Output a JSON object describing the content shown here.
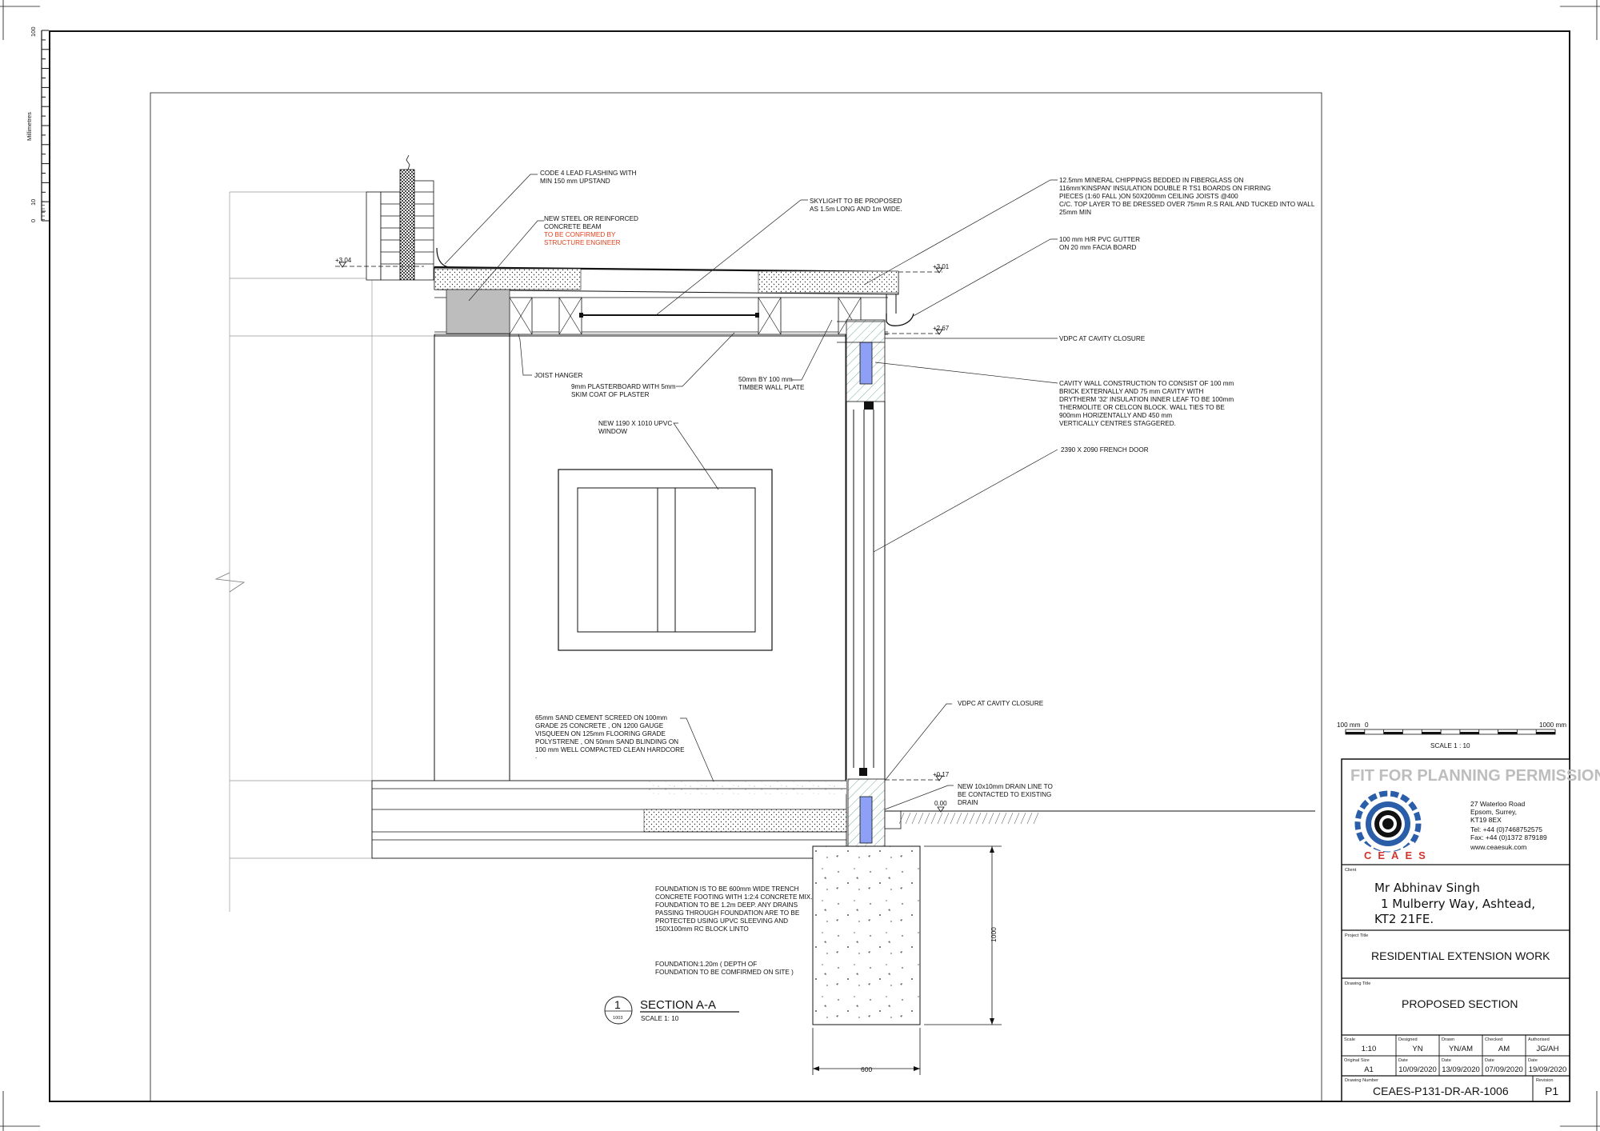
{
  "ruler": {
    "label": "Millimetres",
    "ticks": [
      "100",
      "10",
      "0"
    ]
  },
  "section": {
    "number": "1",
    "sheet_ref": "1003",
    "title": "SECTION A-A",
    "scale": "SCALE 1: 10"
  },
  "levels": [
    "+3.04",
    "+3.01",
    "+2.67",
    "+0.17",
    "0.00"
  ],
  "dimensions": {
    "height": "1000",
    "width": "600"
  },
  "annotations": {
    "lead_flashing": [
      "CODE 4 LEAD FLASHING WITH",
      "MIN 150 mm UPSTAND"
    ],
    "beam": [
      "NEW STEEL OR REINFORCED",
      "CONCRETE BEAM"
    ],
    "beam_note": [
      "TO BE CONFIRMED BY",
      "STRUCTURE ENGINEER"
    ],
    "skylight": [
      "SKYLIGHT TO BE PROPOSED",
      "AS 1.5m LONG AND 1m WIDE."
    ],
    "roof_build": [
      "12.5mm MINERAL CHIPPINGS BEDDED IN FIBERGLASS ON",
      "116mm'KINSPAN' INSULATION DOUBLE R TS1 BOARDS ON FIRRING",
      "PIECES (1:60 FALL )ON 50X200mm CEILING JOISTS @400",
      "C/C. TOP LAYER TO BE DRESSED OVER 75mm R.S RAIL AND TUCKED INTO WALL",
      "25mm MIN"
    ],
    "gutter": [
      "100 mm H/R PVC GUTTER",
      "ON 20 mm FACIA BOARD"
    ],
    "vdpc_top": [
      "VDPC AT CAVITY CLOSURE"
    ],
    "cavity_wall": [
      "CAVITY WALL CONSTRUCTION TO CONSIST OF 100 mm",
      "BRICK EXTERNALLY AND 75 mm CAVITY WITH",
      "DRYTHERM '32' INSULATION INNER LEAF TO BE 100mm",
      "THERMOLITE OR CELCON BLOCK. WALL TIES TO BE",
      "900mm HORIZENTALLY AND 450 mm",
      "VERTICALLY CENTRES STAGGERED."
    ],
    "joist_hanger": [
      "JOIST HANGER"
    ],
    "plasterboard": [
      "9mm PLASTERBOARD WITH 5mm",
      "SKIM COAT OF PLASTER"
    ],
    "wall_plate": [
      "50mm BY 100 mm",
      "TIMBER WALL PLATE"
    ],
    "window": [
      "NEW 1190 X 1010 UPVC",
      "WINDOW"
    ],
    "french_door": [
      "2390 X 2090 FRENCH DOOR"
    ],
    "vdpc_bottom": [
      "VDPC AT CAVITY CLOSURE"
    ],
    "floor_build": [
      "65mm SAND CEMENT SCREED ON 100mm",
      "GRADE 25 CONCRETE , ON 1200 GAUGE",
      "VISQUEEN ON 125mm FLOORING GRADE",
      "POLYSTRENE , ON 50mm SAND BLINDING ON",
      "100 mm WELL COMPACTED CLEAN HARDCORE",
      "."
    ],
    "drain": [
      "NEW 10x10mm DRAIN LINE TO",
      "BE CONTACTED TO EXISTING",
      "DRAIN"
    ],
    "foundation": [
      "FOUNDATION IS TO BE 600mm WIDE TRENCH",
      "CONCRETE FOOTING WITH 1:2:4 CONCRETE MIX.",
      "FOUNDATION TO BE 1.2m DEEP. ANY DRAINS",
      "PASSING THROUGH FOUNDATION ARE TO BE",
      "PROTECTED USING UPVC SLEEVING AND",
      "150X100mm RC BLOCK LINTO"
    ],
    "foundation_depth": [
      "FOUNDATION:1.20m ( DEPTH OF",
      "FOUNDATION TO BE COMFIRMED ON SITE )"
    ]
  },
  "scale_bar": {
    "left": "100 mm",
    "zero": "0",
    "right": "1000 mm",
    "label": "SCALE 1 : 10"
  },
  "title_block": {
    "banner": "FIT FOR PLANNING PERMISSION",
    "logo_text": "CEAES",
    "address": [
      "27 Waterloo Road",
      "Epsom, Surrey,",
      "KT19 8EX",
      "Tel: +44 (0)7468752575",
      "Fax: +44 (0)1372 879189",
      "www.ceaesuk.com"
    ],
    "client_label": "Client",
    "client": [
      "Mr Abhinav Singh",
      "1 Mulberry Way, Ashtead,",
      "KT2 21FE."
    ],
    "project_label": "Project Title",
    "project": "RESIDENTIAL EXTENSION WORK",
    "drawing_label": "Drawing Title",
    "drawing": "PROPOSED SECTION",
    "fields": [
      {
        "label": "Scale",
        "value": "1:10"
      },
      {
        "label": "Designed",
        "value": "YN"
      },
      {
        "label": "Drawn",
        "value": "YN/AM"
      },
      {
        "label": "Checked",
        "value": "AM"
      },
      {
        "label": "Authorised",
        "value": "JG/AH"
      }
    ],
    "fields2": [
      {
        "label": "Original Size",
        "value": "A1"
      },
      {
        "label": "Date",
        "value": "10/09/2020"
      },
      {
        "label": "Date",
        "value": "13/09/2020"
      },
      {
        "label": "Date",
        "value": "07/09/2020"
      },
      {
        "label": "Date",
        "value": "19/09/2020"
      }
    ],
    "number_label": "Drawing Number",
    "number": "CEAES-P131-DR-AR-1006",
    "revision_label": "Revision",
    "revision": "P1"
  },
  "colors": {
    "insulation": "#8da0f5",
    "beam": "#bdbdbd",
    "note_red": "#e2401c",
    "logo_blue": "#2a5ea8"
  }
}
